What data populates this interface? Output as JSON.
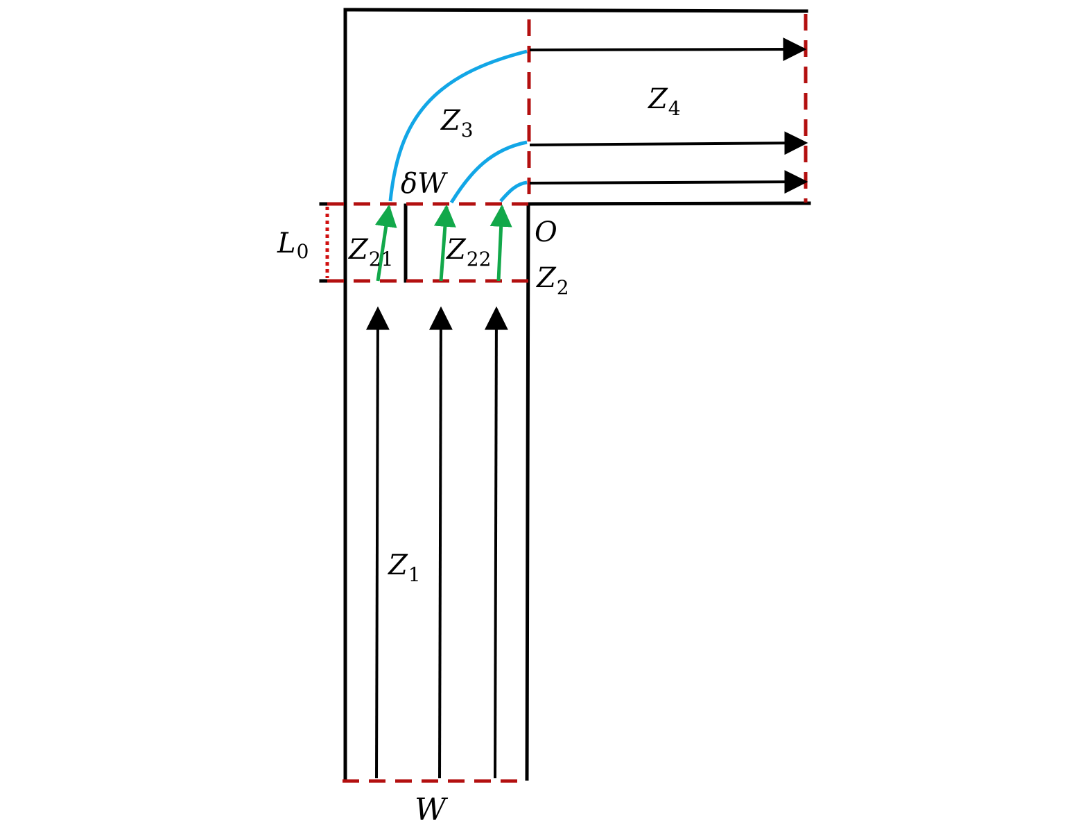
{
  "labels": {
    "z1": {
      "base": "Z",
      "sub": "1"
    },
    "z2": {
      "base": "Z",
      "sub": "2"
    },
    "z21": {
      "base": "Z",
      "sub": "21"
    },
    "z22": {
      "base": "Z",
      "sub": "22"
    },
    "z3": {
      "base": "Z",
      "sub": "3"
    },
    "z4": {
      "base": "Z",
      "sub": "4"
    },
    "l0": {
      "base": "L",
      "sub": "0"
    },
    "dw": "δW",
    "o": "O",
    "w": "W"
  },
  "colors": {
    "walls": "#000000",
    "zone_boundary": "#b30f0f",
    "inlet_flow": "#12a84a",
    "turning_flow": "#12a6e6"
  }
}
